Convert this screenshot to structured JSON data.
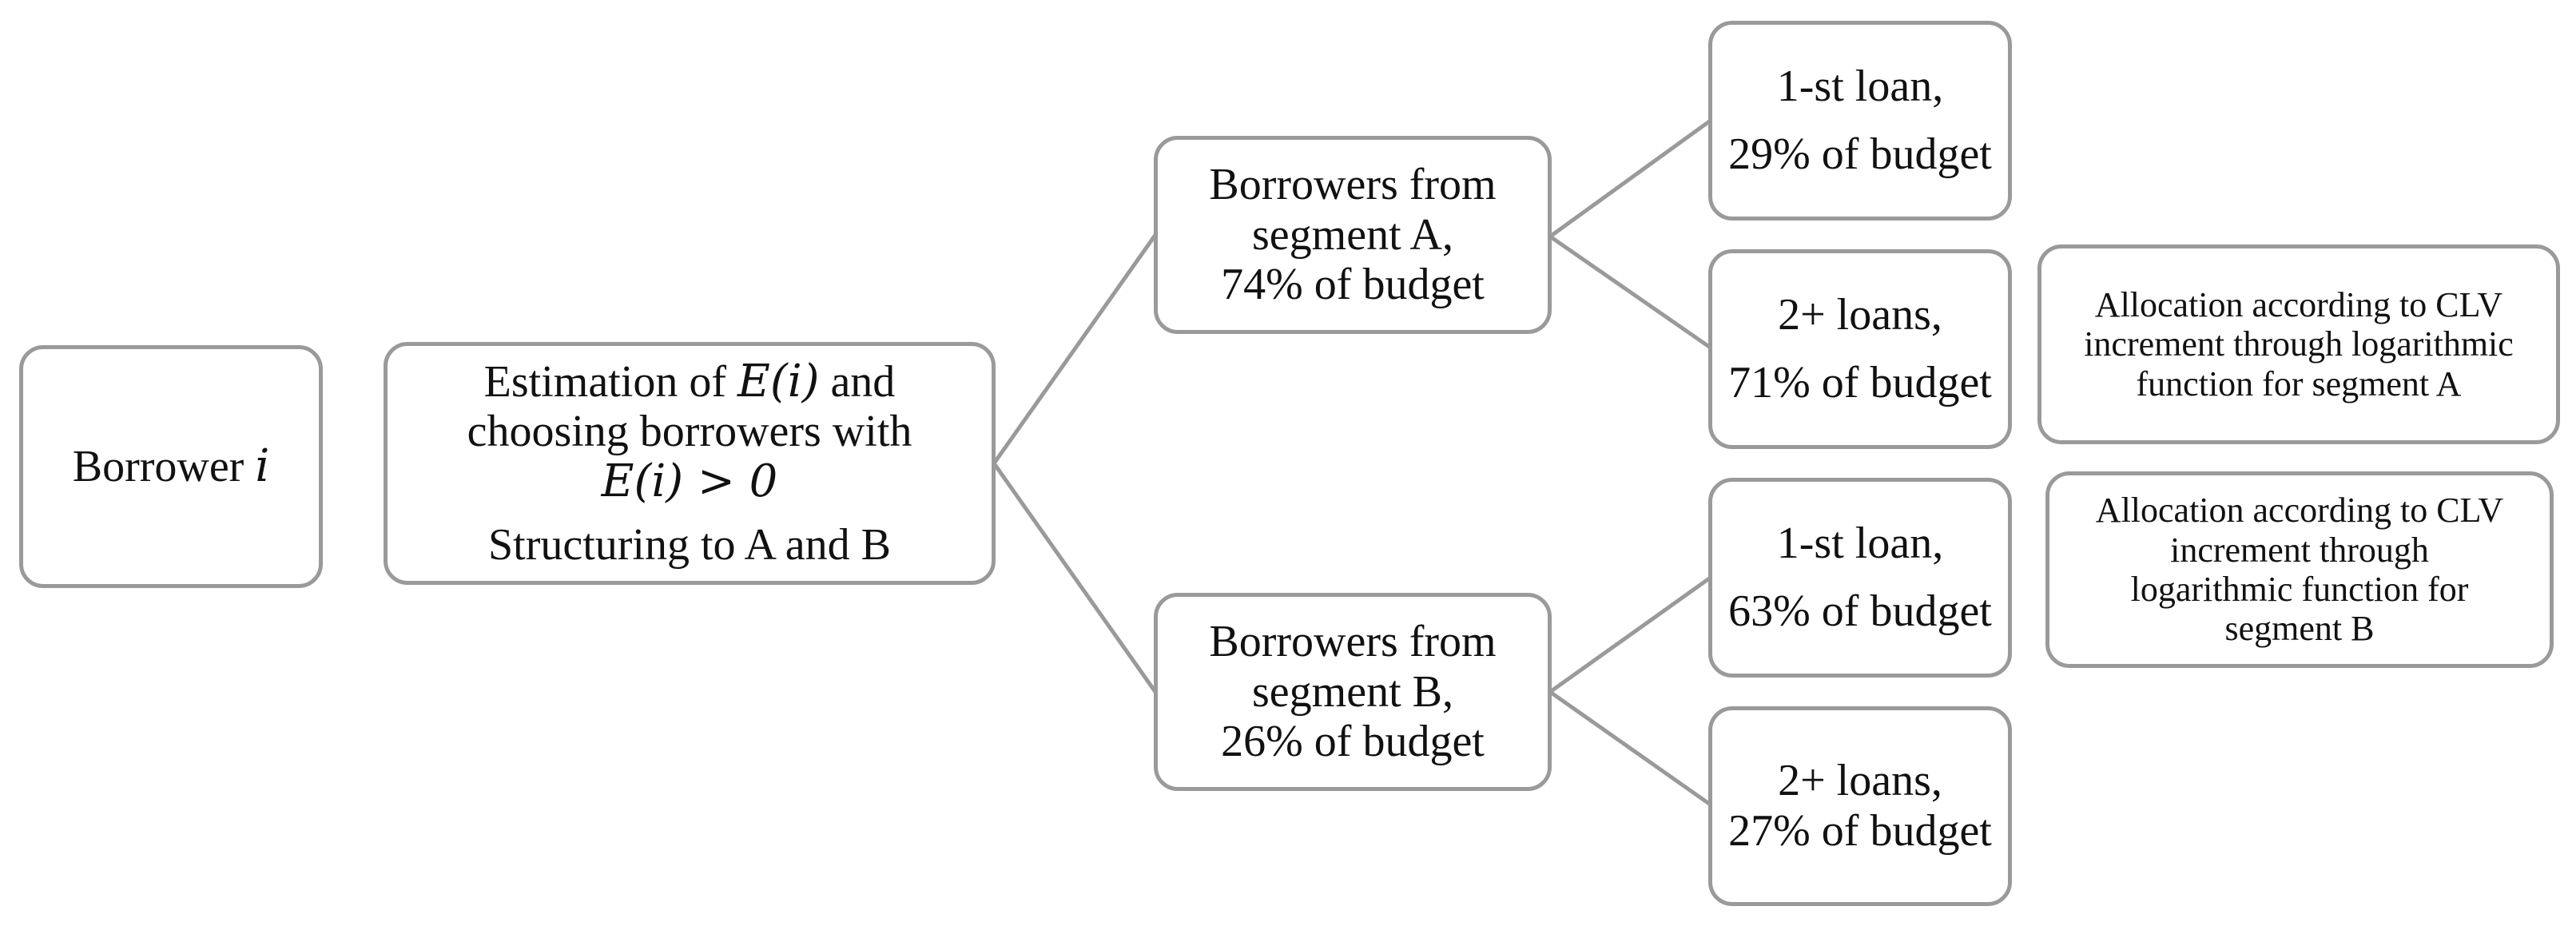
{
  "nodes": {
    "borrower": {
      "label": "Borrower",
      "var": "i"
    },
    "estimation": {
      "line1_prefix": "Estimation of",
      "line1_math": "E(i)",
      "line1_suffix": "and",
      "line2": "choosing borrowers with",
      "line3_math": "E(i) > 0",
      "line4": "Structuring to A and B"
    },
    "segment_a": {
      "line1": "Borrowers from",
      "line2": "segment A,",
      "line3": "74% of budget"
    },
    "segment_b": {
      "line1": "Borrowers from",
      "line2": "segment B,",
      "line3": "26% of budget"
    },
    "a_first_loan": {
      "line1": "1-st loan,",
      "line2": "29% of budget"
    },
    "a_more_loans": {
      "line1": "2+ loans,",
      "line2": "71% of budget"
    },
    "b_first_loan": {
      "line1": "1-st loan,",
      "line2": "63% of budget"
    },
    "b_more_loans": {
      "line1": "2+ loans,",
      "line2": "27% of budget"
    },
    "allocation_a": {
      "line1": "Allocation according to CLV",
      "line2": "increment through logarithmic",
      "line3": "function for segment A"
    },
    "allocation_b": {
      "line1": "Allocation according to CLV",
      "line2": "increment through",
      "line3": "logarithmic function for",
      "line4": "segment B"
    }
  },
  "colors": {
    "border": "#9a9a9a",
    "connector": "#9a9a9a",
    "text": "#111111",
    "background": "#ffffff"
  }
}
